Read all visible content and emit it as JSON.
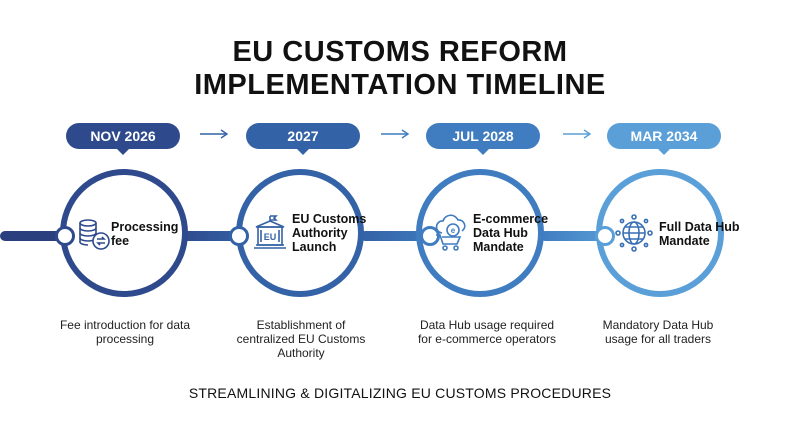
{
  "title": {
    "line1": "EU CUSTOMS REFORM",
    "line2": "IMPLEMENTATION TIMELINE"
  },
  "milestones": [
    {
      "date": "NOV 2026",
      "label": "Processing\nfee",
      "description": "Fee introduction for data processing",
      "icon": "coins-exchange-icon",
      "color": "#2e4a8c"
    },
    {
      "date": "2027",
      "label": "EU Customs\nAuthority\nLaunch",
      "description": "Establishment of centralized EU Customs Authority",
      "icon": "eu-building-icon",
      "color": "#3462a6"
    },
    {
      "date": "JUL 2028",
      "label": "E-commerce\nData Hub\nMandate",
      "description": "Data Hub usage required for e-commerce operators",
      "icon": "cloud-cart-icon",
      "color": "#3f7cc0"
    },
    {
      "date": "MAR 2034",
      "label": "Full Data Hub\nMandate",
      "description": "Mandatory Data Hub usage for all traders",
      "icon": "globe-network-icon",
      "color": "#5a9fd8"
    }
  ],
  "footer": "STREAMLINING & DIGITALIZING EU CUSTOMS PROCEDURES"
}
